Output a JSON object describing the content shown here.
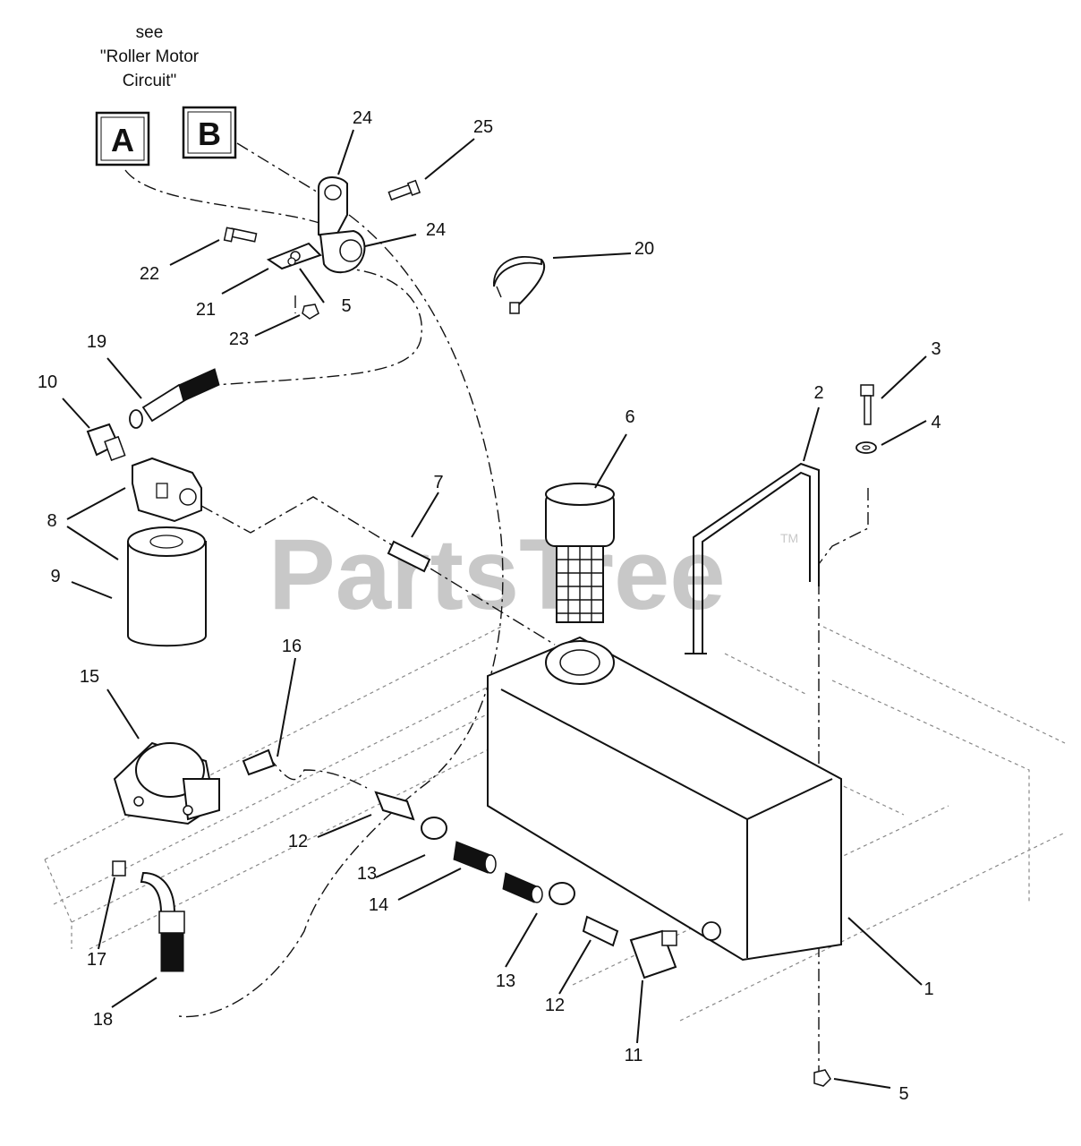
{
  "note": {
    "line1": "see",
    "line2": "\"Roller Motor",
    "line3": "Circuit\""
  },
  "boxes": {
    "a": "A",
    "b": "B"
  },
  "watermark": {
    "text": "PartsTree",
    "tm": "TM"
  },
  "callouts": {
    "c1": "1",
    "c2": "2",
    "c3": "3",
    "c4": "4",
    "c5a": "5",
    "c5b": "5",
    "c6": "6",
    "c7": "7",
    "c8": "8",
    "c9": "9",
    "c10": "10",
    "c11": "11",
    "c12a": "12",
    "c12b": "12",
    "c13a": "13",
    "c13b": "13",
    "c14": "14",
    "c15": "15",
    "c16": "16",
    "c17": "17",
    "c18": "18",
    "c19": "19",
    "c20": "20",
    "c21": "21",
    "c22": "22",
    "c23": "23",
    "c24a": "24",
    "c24b": "24",
    "c25": "25"
  }
}
